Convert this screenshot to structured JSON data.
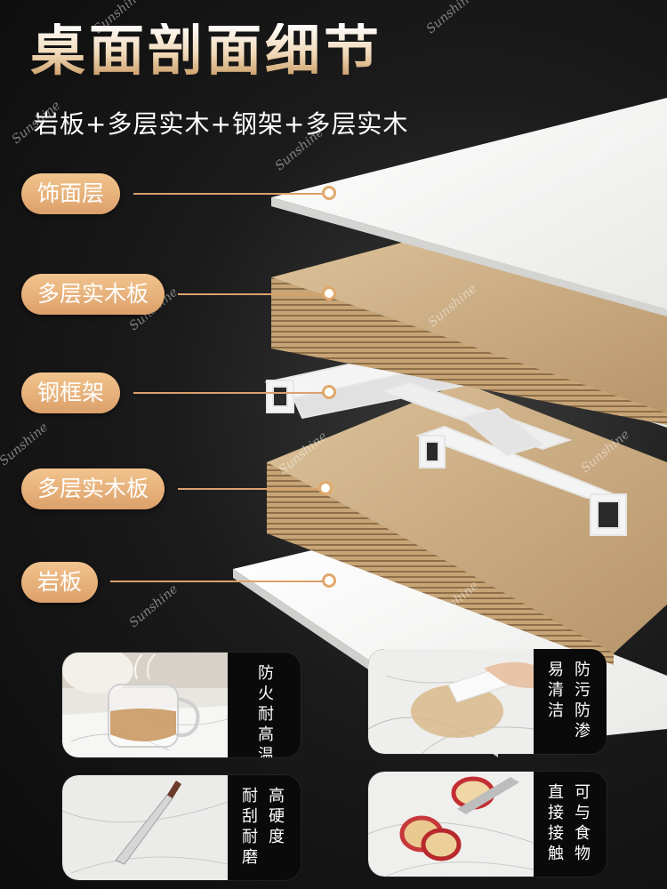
{
  "header": {
    "title": "桌面剖面细节",
    "subtitle": "岩板+多层实木+钢架+多层实木"
  },
  "watermark": "Sunshine",
  "layers": [
    {
      "label": "饰面层"
    },
    {
      "label": "多层实木板"
    },
    {
      "label": "钢框架"
    },
    {
      "label": "多层实木板"
    },
    {
      "label": "岩板"
    }
  ],
  "features": [
    {
      "col1": "防火耐高温",
      "col2": ""
    },
    {
      "col1": "易清洁",
      "col2": "防污防渗"
    },
    {
      "col1": "耐刮耐磨",
      "col2": "高硬度"
    },
    {
      "col1": "直接接触",
      "col2": "可与食物"
    }
  ],
  "colors": {
    "accent": "#dca06a",
    "background": "#111111",
    "wood": "#c9ab7e",
    "slab": "#f4f4f2"
  }
}
